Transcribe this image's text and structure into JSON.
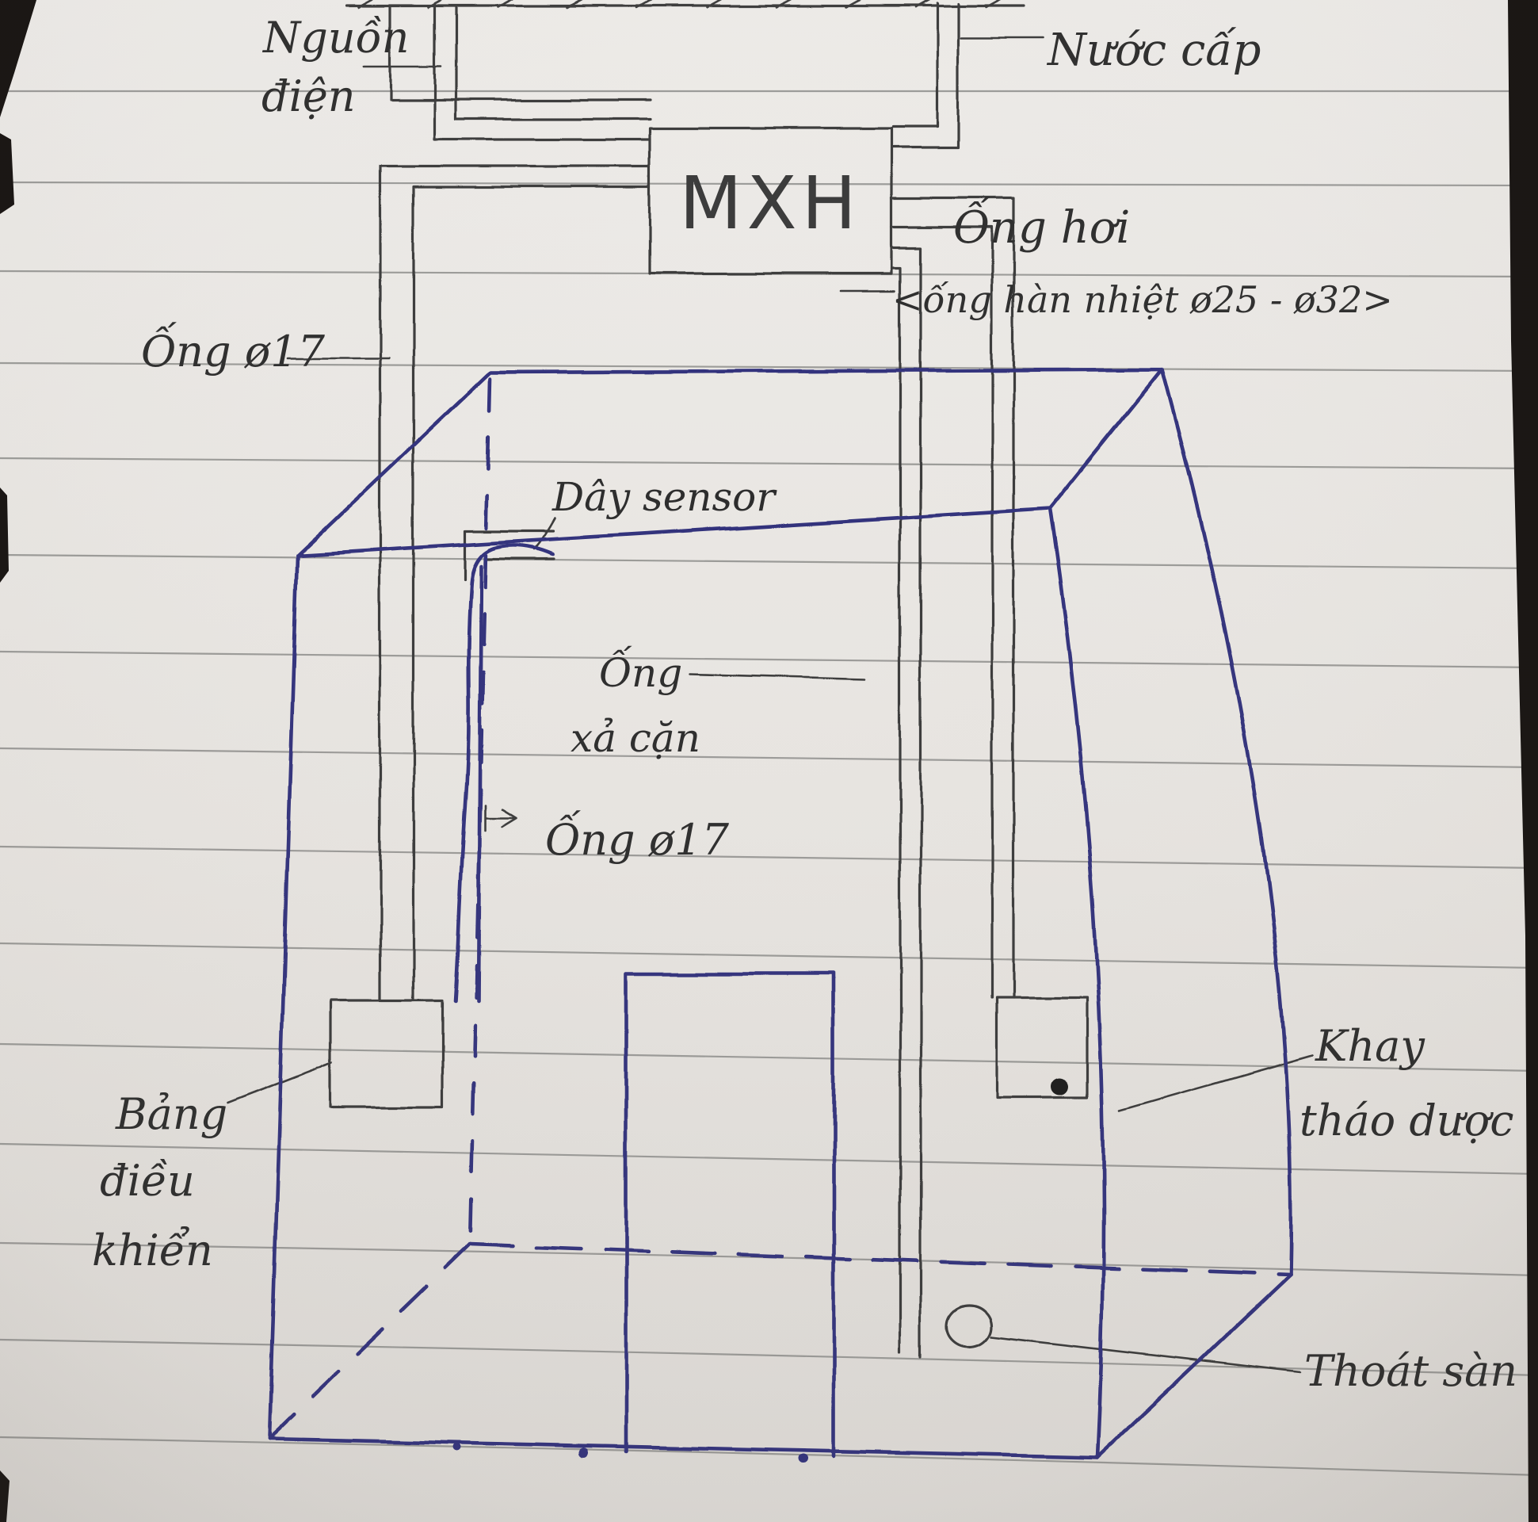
{
  "colors": {
    "paper": "#e8e5e1",
    "ruled_line": "#8d8d8b",
    "pencil": "#3a3a3a",
    "pen_blue": "#32327c",
    "ink_dot": "#1f1d1c"
  },
  "labels": {
    "power_source_line1": "Nguồn",
    "power_source_line2": "điện",
    "water_supply": "Nước cấp",
    "heater_box": "MXH",
    "steam_pipe": "Ống hơi",
    "steam_pipe_note": "<ống hàn nhiệt ø25 - ø32>",
    "pipe17_left": "Ống ø17",
    "sensor_wire": "Dây sensor",
    "drain_pipe_line1": "Ống",
    "drain_pipe_line2": "xả cặn",
    "pipe17_mid": "Ống ø17",
    "control_panel_line1": "Bảng",
    "control_panel_line2": "điều",
    "control_panel_line3": "khiển",
    "tray_line1": "Khay",
    "tray_line2": "tháo dược",
    "floor_drain": "Thoát sàn"
  }
}
